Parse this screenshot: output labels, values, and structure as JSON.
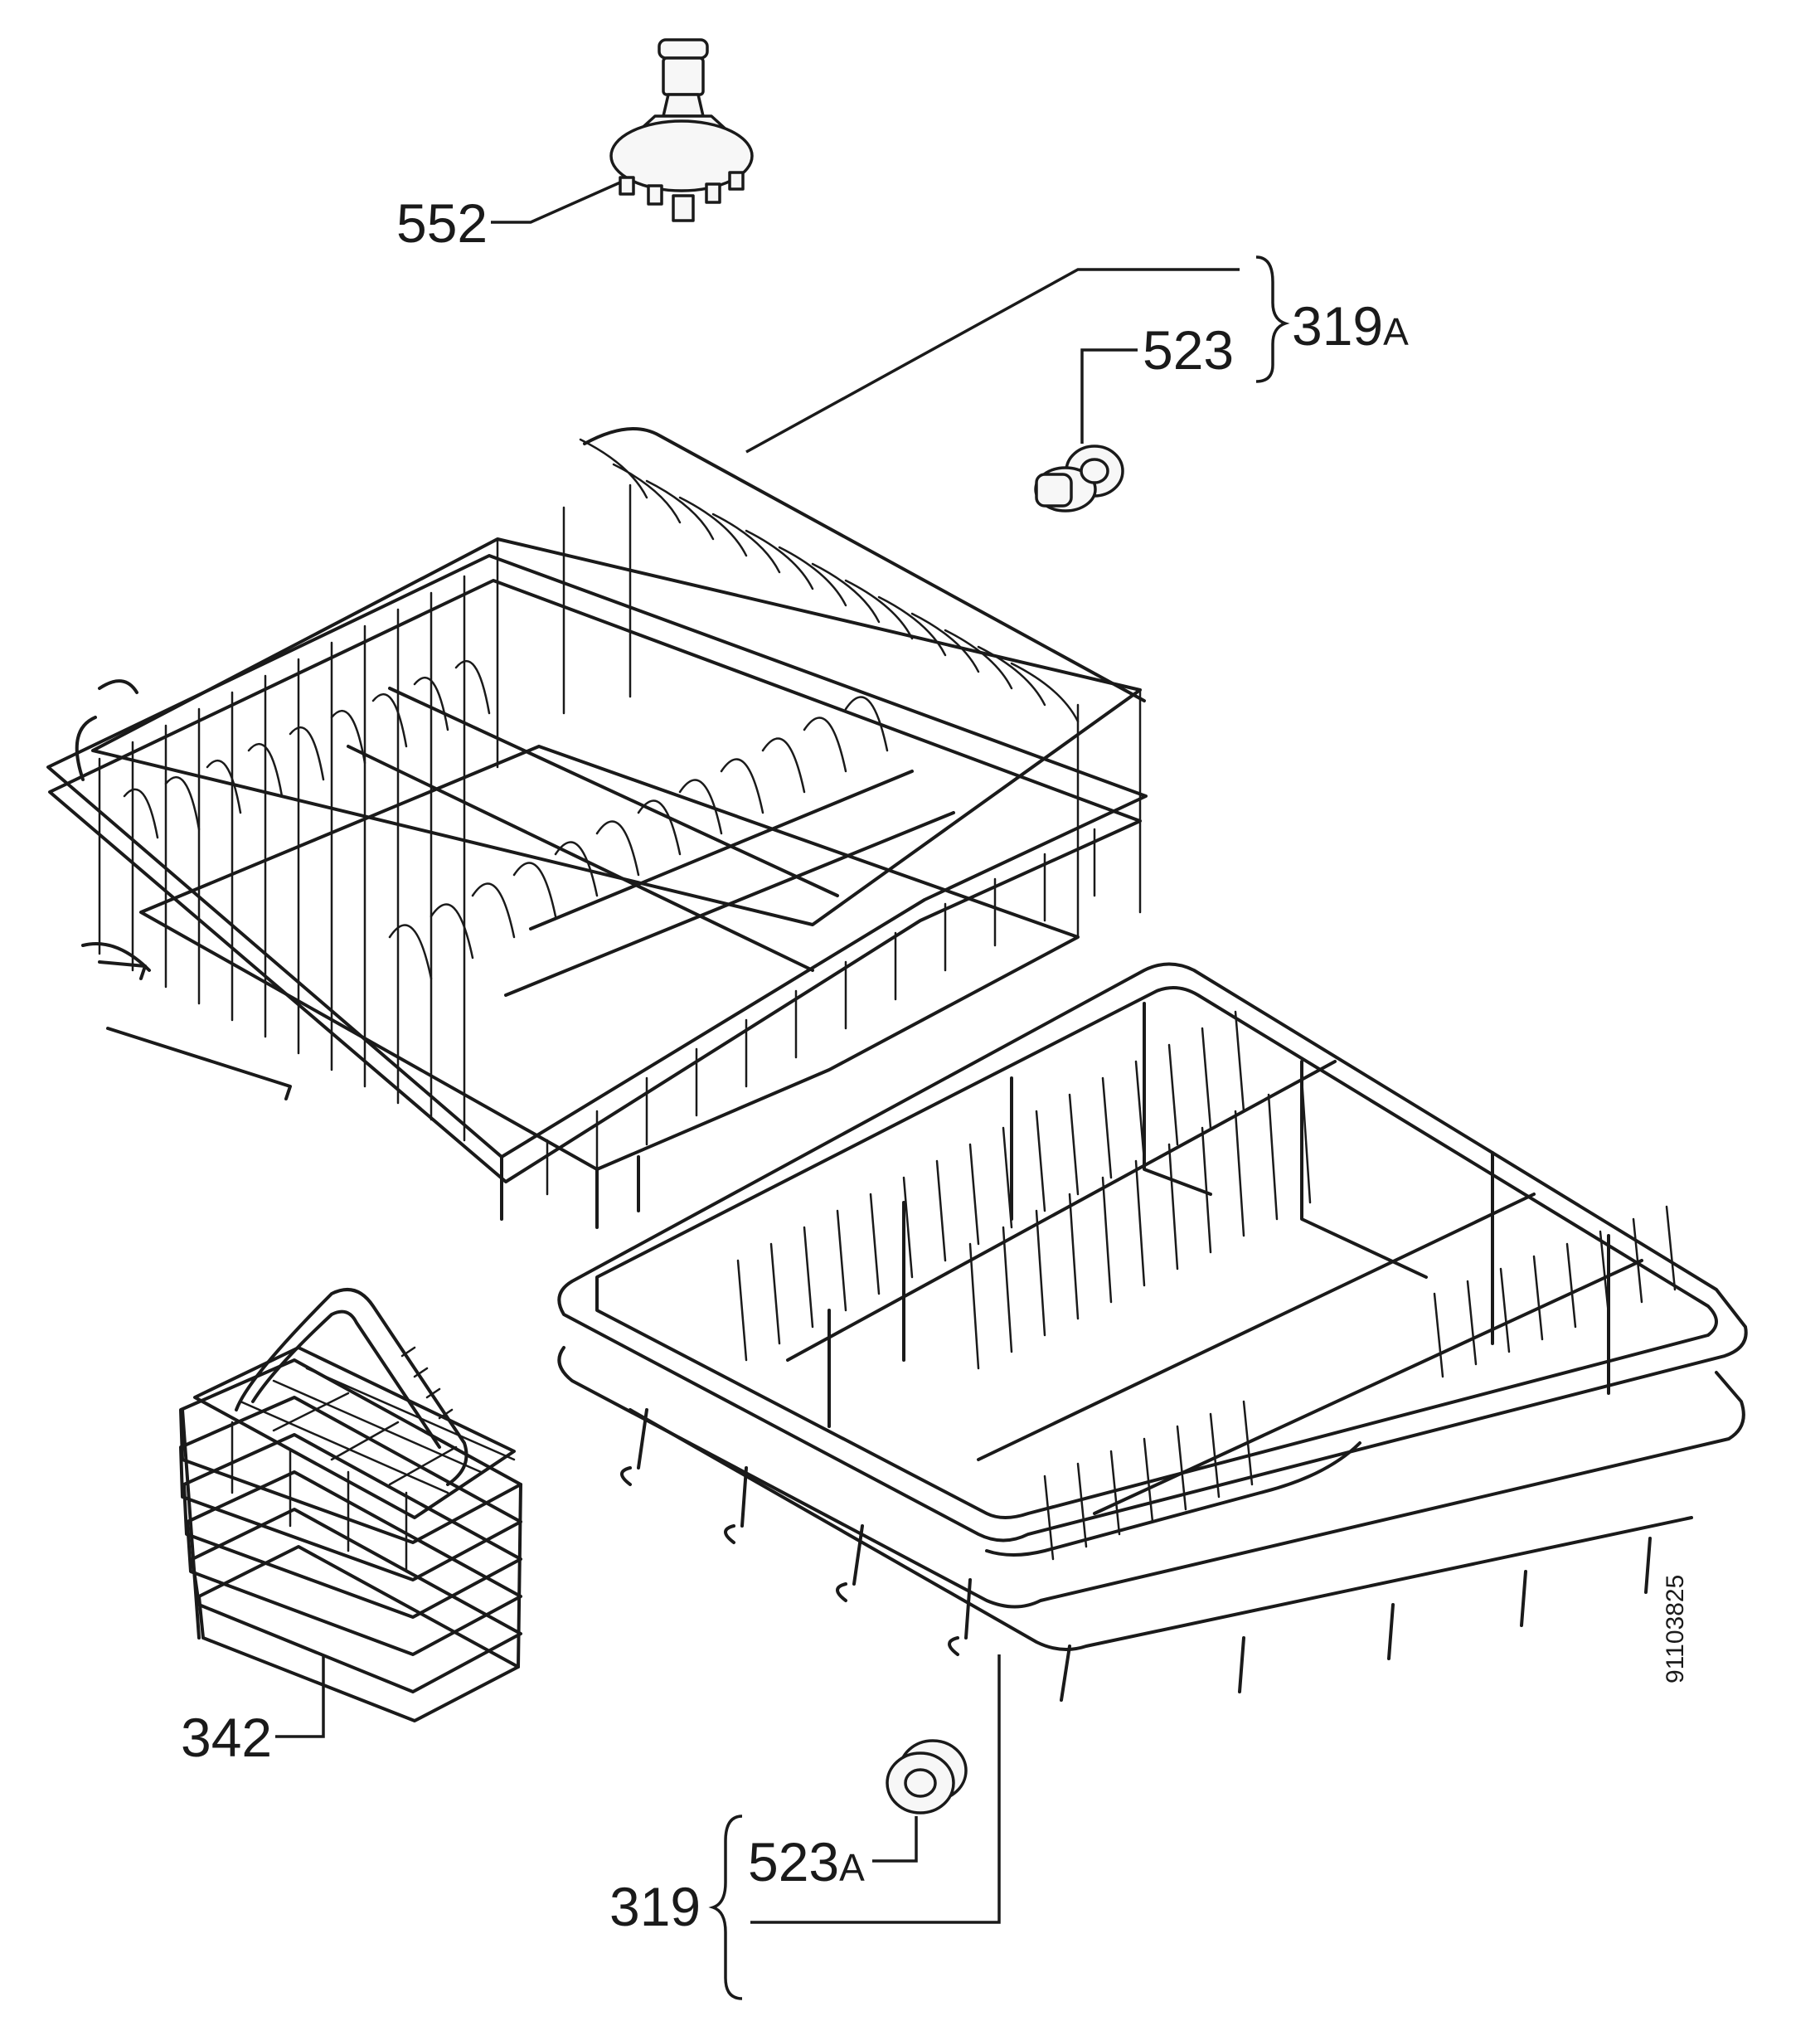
{
  "labels": {
    "p552": "552",
    "p319a_num": "319",
    "p319a_suffix": "A",
    "p523": "523",
    "p342": "342",
    "p319_num": "319",
    "p523a_num": "523",
    "p523a_suffix": "A"
  },
  "doc_number": "91103825"
}
